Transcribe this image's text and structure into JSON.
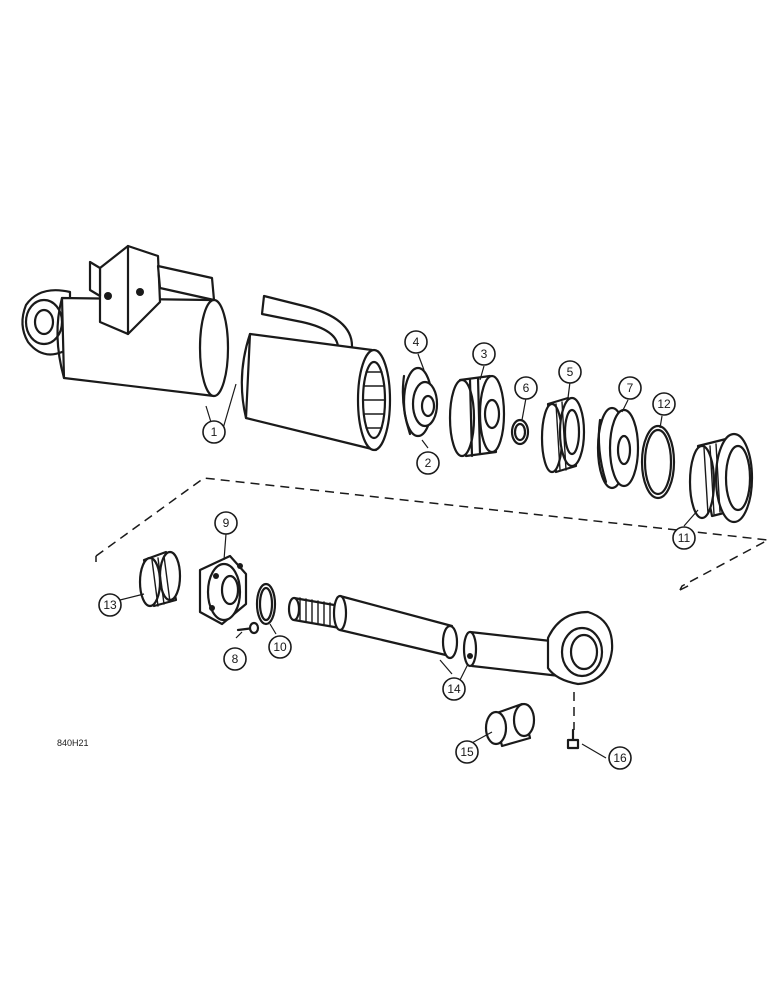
{
  "callouts": {
    "c1": "1",
    "c2": "2",
    "c3": "3",
    "c4": "4",
    "c5": "5",
    "c6": "6",
    "c7": "7",
    "c8": "8",
    "c9": "9",
    "c10": "10",
    "c11": "11",
    "c12": "12",
    "c13": "13",
    "c14": "14",
    "c15": "15",
    "c16": "16"
  },
  "figure_ref": "840H21"
}
